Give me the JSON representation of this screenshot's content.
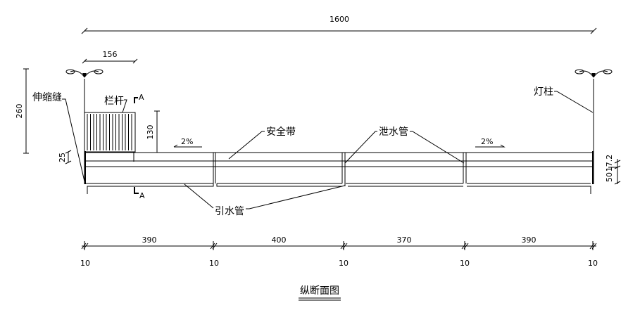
{
  "title": "纵断面图",
  "dimensions": {
    "total_length": "1600",
    "railing_width": "156",
    "pole_height": "260",
    "railing_height": "130",
    "deck_step": "25",
    "right_top": "17.2",
    "right_bottom": "50",
    "spans": [
      "390",
      "400",
      "370",
      "390"
    ],
    "joints": [
      "10",
      "10",
      "10",
      "10",
      "10"
    ]
  },
  "labels": {
    "expansion_joint": "伸缩缝",
    "railing": "栏杆",
    "section_mark_top": "A",
    "section_mark_bottom": "A",
    "safety_belt": "安全带",
    "drain_pipe": "泄水管",
    "lamp_post": "灯柱",
    "lead_pipe": "引水管",
    "slope_left": "2%",
    "slope_right": "2%"
  }
}
